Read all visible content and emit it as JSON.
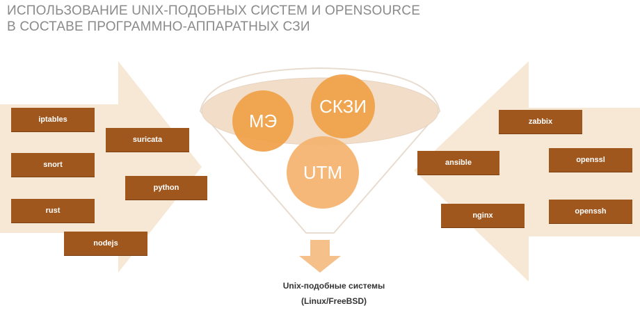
{
  "title": {
    "line1": "ИСПОЛЬЗОВАНИЕ UNIX-ПОДОБНЫХ СИСТЕМ И OPENSOURCE",
    "line2": "В СОСТАВЕ ПРОГРАММНО-АППАРАТНЫХ СЗИ"
  },
  "left_tags": [
    "iptables",
    "suricata",
    "snort",
    "python",
    "rust",
    "nodejs"
  ],
  "right_tags": [
    "zabbix",
    "ansible",
    "openssl",
    "nginx",
    "openssh"
  ],
  "funnel": {
    "circles": [
      "МЭ",
      "СКЗИ",
      "UTM"
    ]
  },
  "result": {
    "line1": "Unix-подобные системы",
    "line2": "(Linux/FreeBSD)"
  },
  "colors": {
    "tag": "#a0571e",
    "circle": "#f0a84f",
    "arrow_bg": "#f7e8d6",
    "down_arrow": "#f5c08a"
  }
}
